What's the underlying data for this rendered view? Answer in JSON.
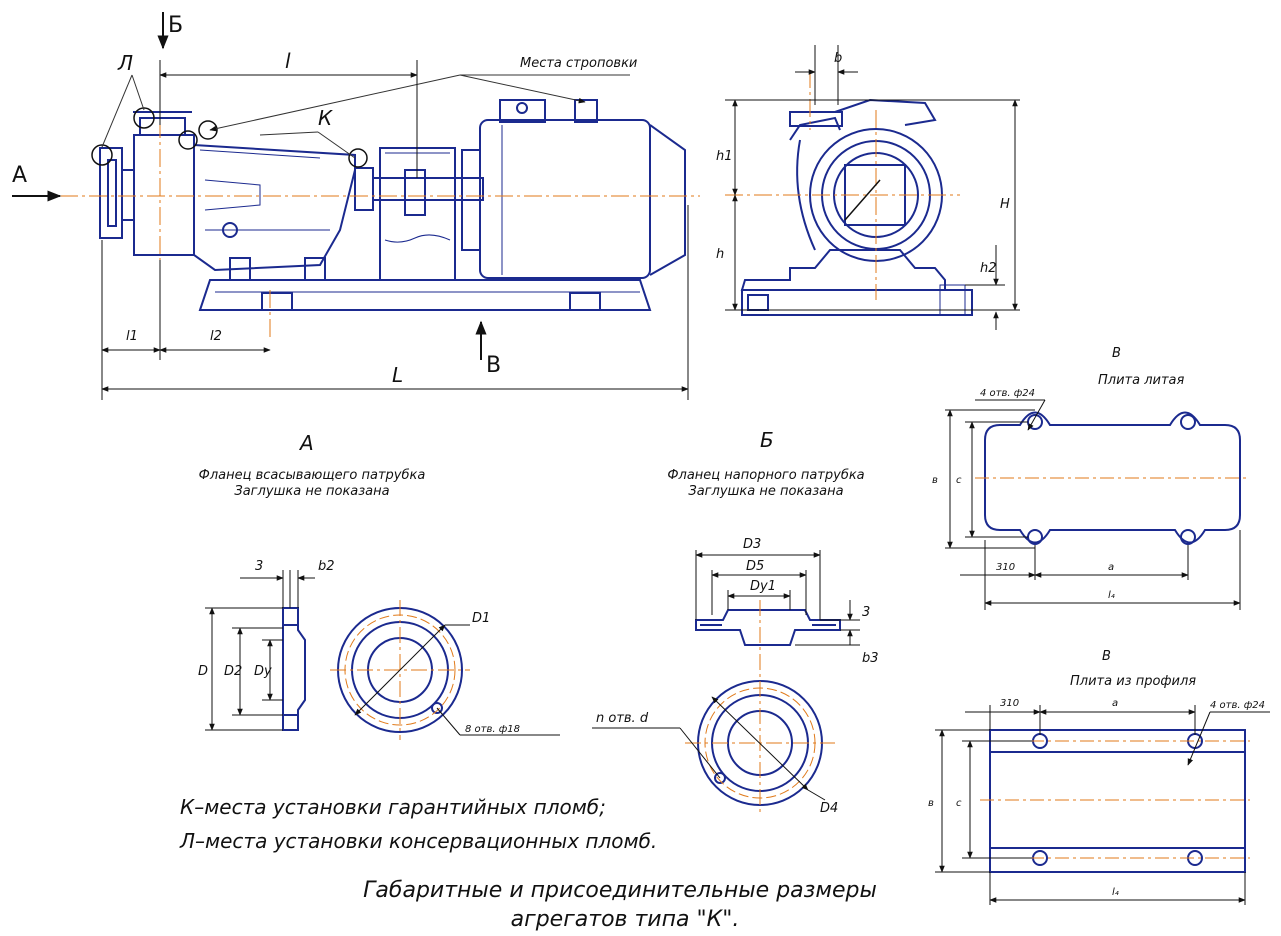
{
  "colors": {
    "outline": "#1b2a8f",
    "dimension": "#111111",
    "centerline": "#e07a1a",
    "leader": "#333333"
  },
  "main_view": {
    "section_b_arrow": "Б",
    "section_a_arrow": "А",
    "section_v_arrow": "В",
    "label_l_seal": "Л",
    "label_k_seal": "К",
    "slinging_points": "Места строповки",
    "dim_l": "l",
    "dim_l1": "l1",
    "dim_l2": "l2",
    "dim_L": "L"
  },
  "side_view": {
    "dim_b": "b",
    "dim_h1": "h1",
    "dim_h": "h",
    "dim_H": "H",
    "dim_h2": "h2"
  },
  "view_a": {
    "letter": "А",
    "line1": "Фланец всасывающего патрубка",
    "line2": "Заглушка не показана",
    "dim_3": "3",
    "dim_b2": "b2",
    "dim_D": "D",
    "dim_D2": "D2",
    "dim_Dy": "Dy",
    "dim_D1": "D1",
    "holes": "8 отв. ф18"
  },
  "view_b": {
    "letter": "Б",
    "line1": "Фланец напорного патрубка",
    "line2": "Заглушка не показана",
    "dim_D3": "D3",
    "dim_D5": "D5",
    "dim_Dy1": "Dy1",
    "dim_3": "3",
    "dim_b3": "b3",
    "holes": "n отв. d",
    "dim_D4": "D4"
  },
  "plate_cast": {
    "letter": "В",
    "title": "Плита литая",
    "holes": "4 отв. ф24",
    "dim_v": "в",
    "dim_c": "с",
    "dim_310": "310",
    "dim_a": "а",
    "dim_l": "l₄"
  },
  "plate_profile": {
    "letter": "В",
    "title": "Плита из профиля",
    "dim_310": "310",
    "dim_a": "а",
    "holes": "4 отв. ф24",
    "dim_v": "в",
    "dim_c": "с",
    "dim_l": "l₄"
  },
  "notes": {
    "k_note": "К–места установки гарантийных пломб;",
    "l_note": "Л–места установки консервационных пломб."
  },
  "caption": {
    "line1": "Габаритные и присоединительные размеры",
    "line2": "агрегатов типа \"К\"."
  }
}
